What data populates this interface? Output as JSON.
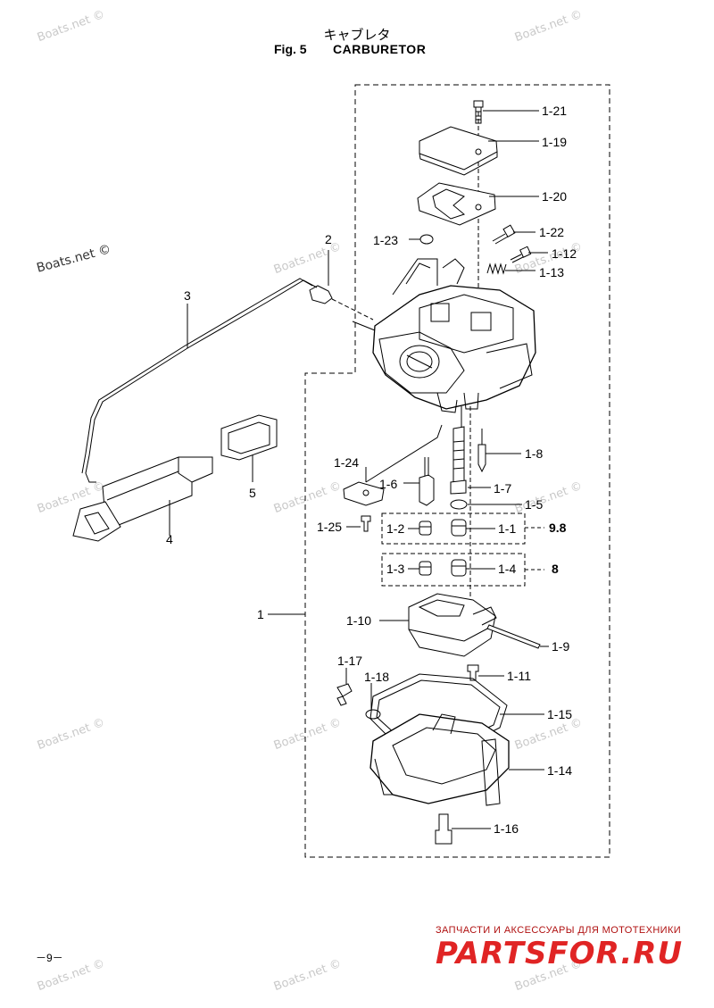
{
  "header": {
    "title_jp": "キャブレタ",
    "fig_label": "Fig. 5",
    "title_en": "CARBURETOR"
  },
  "callouts": {
    "c1_21": "1-21",
    "c1_19": "1-19",
    "c1_20": "1-20",
    "c1_22": "1-22",
    "c1_23": "1-23",
    "c1_12": "1-12",
    "c1_13": "1-13",
    "c2": "2",
    "c3": "3",
    "c1_8": "1-8",
    "c1_24": "1-24",
    "c1_6": "1-6",
    "c1_7": "1-7",
    "c5": "5",
    "c1_5": "1-5",
    "c1_25": "1-25",
    "c1_2": "1-2",
    "c1_1": "1-1",
    "k9_8": "9.8",
    "c4": "4",
    "c1_3": "1-3",
    "c1_4": "1-4",
    "k8": "8",
    "c1": "1",
    "c1_10": "1-10",
    "c1_9": "1-9",
    "c1_17": "1-17",
    "c1_18": "1-18",
    "c1_11": "1-11",
    "c1_15": "1-15",
    "c1_14": "1-14",
    "c1_16": "1-16"
  },
  "watermark": "Boats.net ©",
  "footer": {
    "page": "－9－",
    "shop_tagline": "ЗАПЧАСТИ И АКСЕССУАРЫ ДЛЯ МОТОТЕХНИКИ",
    "shop_logo": "PARTSFOR.RU"
  },
  "colors": {
    "line": "#000000",
    "watermark": "#c9c9c9",
    "shop_red": "#e02424"
  }
}
